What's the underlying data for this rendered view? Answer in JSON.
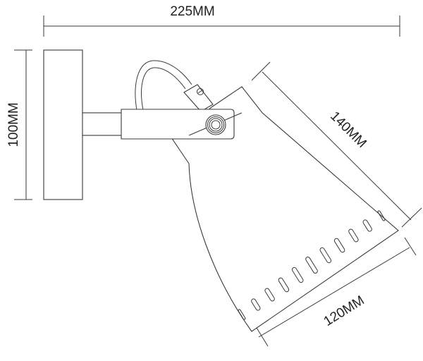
{
  "dimensions": {
    "width": "225MM",
    "height": "100MM",
    "shade_length": "140MM",
    "shade_diameter": "120MM"
  },
  "colors": {
    "line": "#3a3a3a",
    "text": "#222222",
    "background": "#ffffff"
  }
}
